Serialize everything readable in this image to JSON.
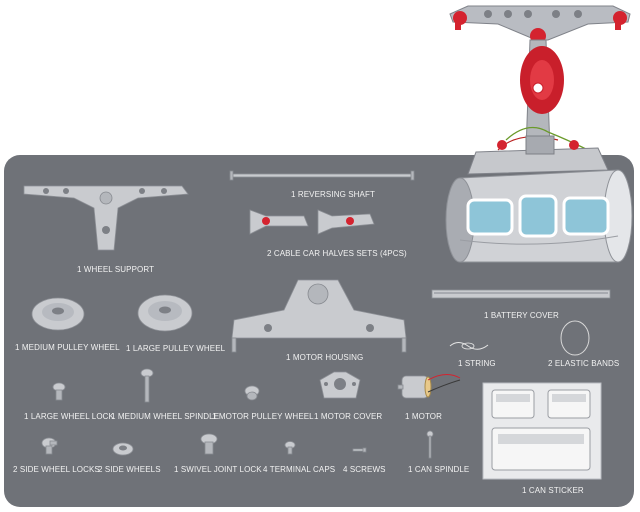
{
  "parts": [
    {
      "id": "wheel-support",
      "label": "1 WHEEL SUPPORT"
    },
    {
      "id": "reversing-shaft",
      "label": "1 REVERSING SHAFT"
    },
    {
      "id": "cable-car-halves",
      "label": "2 CABLE CAR HALVES SETS (4PCS)"
    },
    {
      "id": "battery-cover",
      "label": "1 BATTERY COVER"
    },
    {
      "id": "medium-pulley-wheel",
      "label": "1 MEDIUM PULLEY WHEEL"
    },
    {
      "id": "large-pulley-wheel",
      "label": "1 LARGE PULLEY WHEEL"
    },
    {
      "id": "motor-housing",
      "label": "1 MOTOR HOUSING"
    },
    {
      "id": "string",
      "label": "1 STRING"
    },
    {
      "id": "elastic-bands",
      "label": "2 ELASTIC BANDS"
    },
    {
      "id": "large-wheel-lock",
      "label": "1 LARGE WHEEL LOCK"
    },
    {
      "id": "medium-wheel-spindle",
      "label": "1 MEDIUM WHEEL SPINDLE"
    },
    {
      "id": "motor-pulley-wheel",
      "label": "1 MOTOR PULLEY WHEEL"
    },
    {
      "id": "motor-cover",
      "label": "1 MOTOR COVER"
    },
    {
      "id": "motor",
      "label": "1 MOTOR"
    },
    {
      "id": "side-wheel-locks",
      "label": "2 SIDE WHEEL LOCKS"
    },
    {
      "id": "side-wheels",
      "label": "2 SIDE WHEELS"
    },
    {
      "id": "swivel-joint-lock",
      "label": "1 SWIVEL JOINT LOCK"
    },
    {
      "id": "terminal-caps",
      "label": "4 TERMINAL CAPS"
    },
    {
      "id": "screws",
      "label": "4 SCREWS"
    },
    {
      "id": "can-spindle",
      "label": "1 CAN SPINDLE"
    },
    {
      "id": "can-sticker",
      "label": "1 CAN STICKER"
    }
  ],
  "colors": {
    "panel": "#6f7278",
    "label": "#f2f2f2",
    "accent_red": "#d4232f",
    "metal": "#c9cbcf"
  }
}
